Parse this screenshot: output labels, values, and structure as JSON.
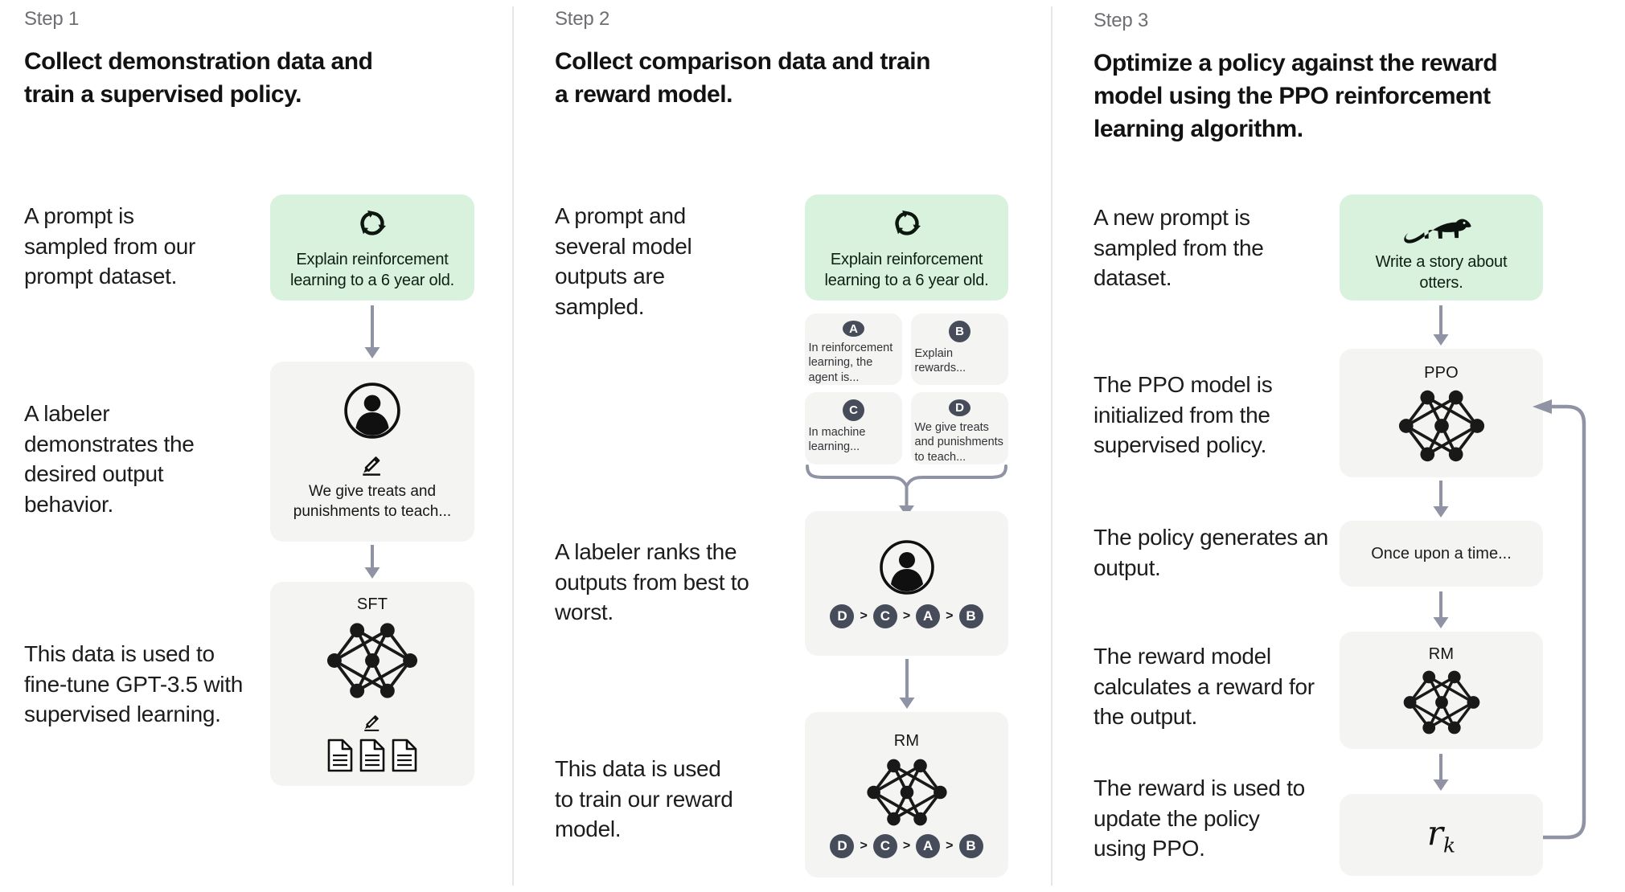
{
  "symbols": {
    "gt": ">"
  },
  "colors": {
    "green_box": "#d9f2dd",
    "gray_box": "#f4f4f2",
    "badge": "#474c5b",
    "arrow": "#8f93a3"
  },
  "steps": [
    {
      "label": "Step 1",
      "title": "Collect demonstration data and train a supervised policy.",
      "annotations": {
        "prompt": "A prompt is sampled from our prompt dataset.",
        "labeler": "A labeler demonstrates the desired output behavior.",
        "data": "This data is used to fine-tune GPT-3.5 with supervised learning."
      },
      "prompt_box": {
        "icon": "cycle-icon",
        "text": "Explain reinforcement learning to a 6 year old."
      },
      "labeler_box": {
        "icon": "labeler-icon",
        "text": "We give treats and punishments to teach..."
      },
      "model_box": {
        "label": "SFT"
      }
    },
    {
      "label": "Step 2",
      "title": "Collect comparison data and train a reward model.",
      "annotations": {
        "prompt": "A prompt and several model outputs are sampled.",
        "labeler": "A labeler ranks the outputs from best to worst.",
        "data": "This data is used to train our reward model."
      },
      "prompt_box": {
        "icon": "cycle-icon",
        "text": "Explain reinforcement learning to a 6 year old."
      },
      "outputs": [
        {
          "badge": "A",
          "text": "In reinforcement learning, the agent is..."
        },
        {
          "badge": "B",
          "text": "Explain rewards..."
        },
        {
          "badge": "C",
          "text": "In machine learning..."
        },
        {
          "badge": "D",
          "text": "We give treats and punishments to teach..."
        }
      ],
      "ranking": [
        "D",
        "C",
        "A",
        "B"
      ],
      "model_box": {
        "label": "RM"
      }
    },
    {
      "label": "Step 3",
      "title": "Optimize a policy against the reward model using the PPO reinforcement learning algorithm.",
      "annotations": {
        "prompt": "A new prompt is sampled from the dataset.",
        "init": "The PPO model is initialized from the supervised policy.",
        "output": "The policy generates an output.",
        "reward": "The reward model calculates a reward for the output.",
        "update": "The reward is used to update the policy using PPO."
      },
      "prompt_box": {
        "icon": "otter-icon",
        "text": "Write a story about otters."
      },
      "ppo_box": {
        "label": "PPO"
      },
      "output_box": {
        "text": "Once upon a time..."
      },
      "rm_box": {
        "label": "RM"
      },
      "reward_box": {
        "var": "r",
        "sub": "k"
      }
    }
  ]
}
